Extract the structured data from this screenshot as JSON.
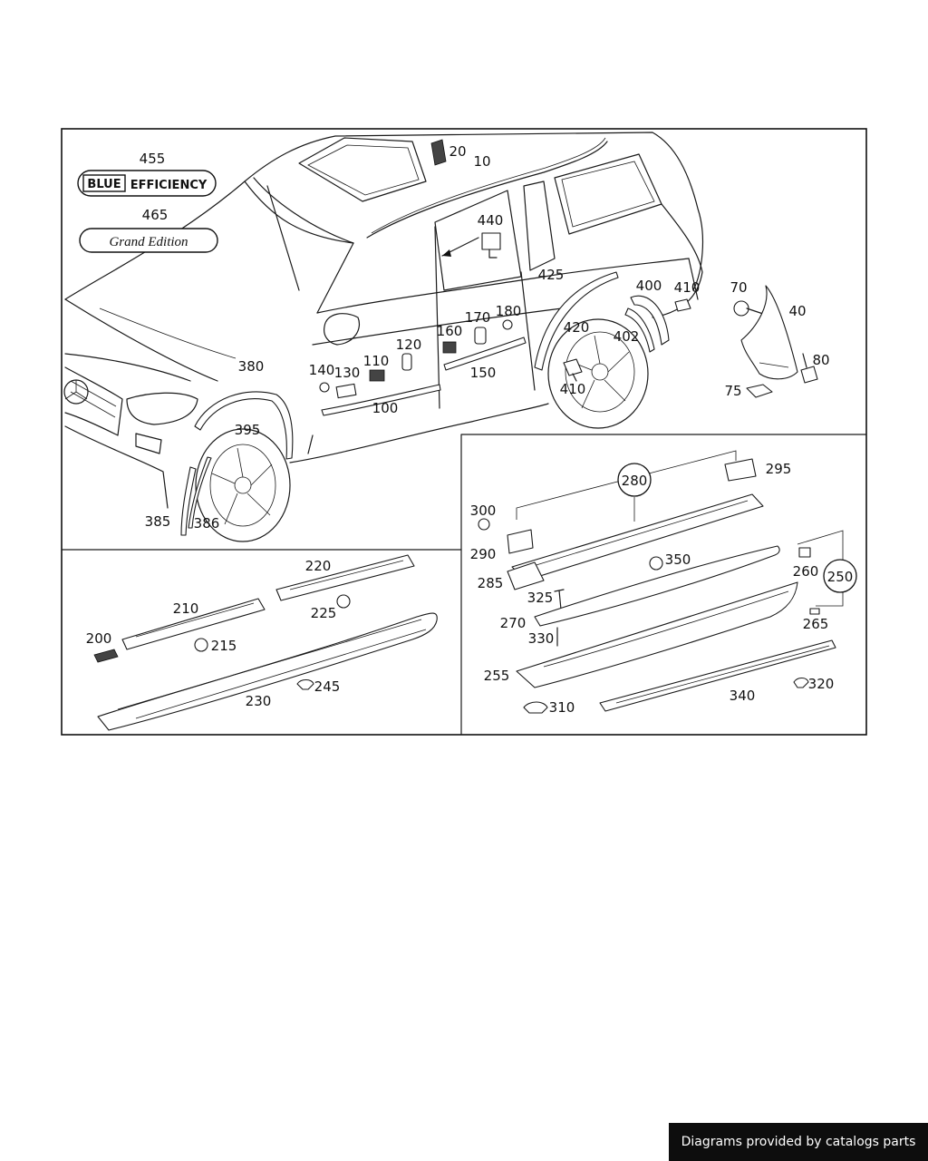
{
  "badges": {
    "blue": "BLUE",
    "efficiency": "EFFICIENCY",
    "grand_edition": "Grand Edition"
  },
  "callouts": {
    "c455": "455",
    "c465": "465",
    "c20": "20",
    "c10": "10",
    "c440": "440",
    "c425": "425",
    "c400": "400",
    "c410a": "410",
    "c70": "70",
    "c40": "40",
    "c420": "420",
    "c402": "402",
    "c80": "80",
    "c410b": "410",
    "c75": "75",
    "c380": "380",
    "c140": "140",
    "c130": "130",
    "c110": "110",
    "c120": "120",
    "c160": "160",
    "c170": "170",
    "c180": "180",
    "c150": "150",
    "c100": "100",
    "c395": "395",
    "c385": "385",
    "c386": "386",
    "c220": "220",
    "c210": "210",
    "c225": "225",
    "c200": "200",
    "c215": "215",
    "c245": "245",
    "c230": "230",
    "c280": "280",
    "c295": "295",
    "c300": "300",
    "c290": "290",
    "c350": "350",
    "c260": "260",
    "c250": "250",
    "c285": "285",
    "c325": "325",
    "c270": "270",
    "c265": "265",
    "c330": "330",
    "c255": "255",
    "c310": "310",
    "c320": "320",
    "c340": "340"
  },
  "footer": {
    "text": "Diagrams provided by catalogs parts"
  }
}
